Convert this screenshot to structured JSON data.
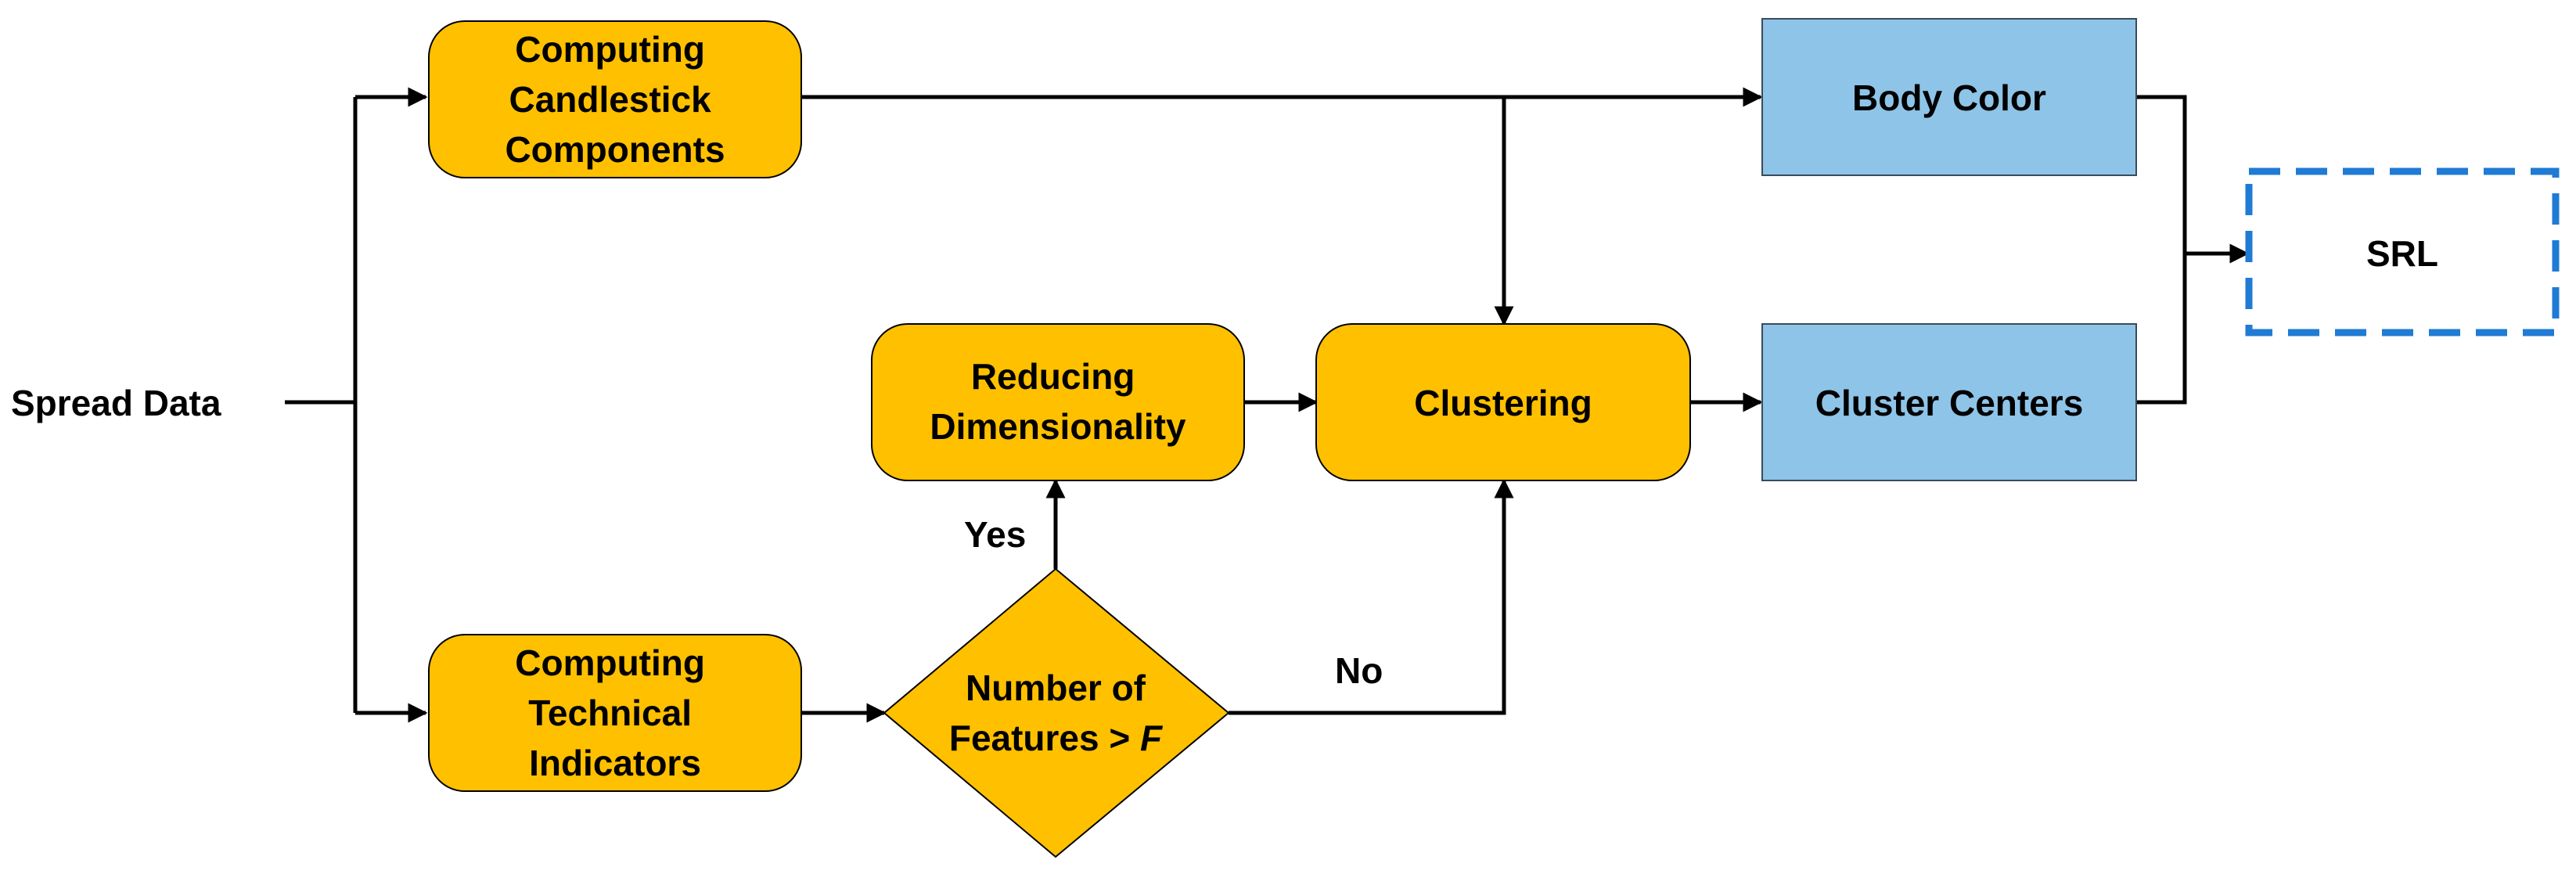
{
  "colors": {
    "process_fill": "#FFC000",
    "output_fill": "#8EC4E8",
    "srl_border": "#1F7BD4",
    "line": "#000000"
  },
  "input": {
    "label": "Spread Data"
  },
  "nodes": {
    "candlestick": {
      "lines": [
        "Computing",
        "Candlestick",
        "Components"
      ]
    },
    "technical": {
      "lines": [
        "Computing",
        "Technical",
        "Indicators"
      ]
    },
    "decision": {
      "line1": "Number of",
      "line2_prefix": "Features > ",
      "line2_var": "F"
    },
    "reduce": {
      "lines": [
        "Reducing",
        "Dimensionality"
      ]
    },
    "cluster": {
      "label": "Clustering"
    },
    "body_color": {
      "label": "Body Color"
    },
    "cluster_centers": {
      "label": "Cluster Centers"
    },
    "srl": {
      "label": "SRL"
    }
  },
  "edge_labels": {
    "yes": "Yes",
    "no": "No"
  }
}
